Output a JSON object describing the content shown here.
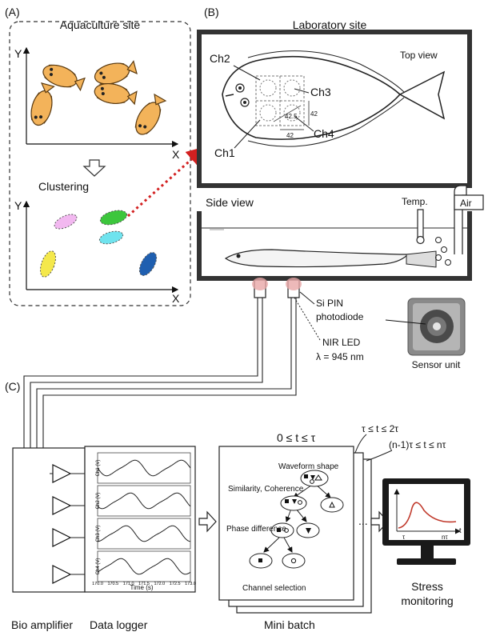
{
  "panels": {
    "a": {
      "tag": "(A)",
      "site_title": "Aquaculture site",
      "axis_y": "Y",
      "axis_x": "X",
      "clustering_label": "Clustering",
      "cluster_colors": [
        "#f2b8f0",
        "#3cc63c",
        "#6fe3ee",
        "#f4e84c",
        "#1f5fb0"
      ]
    },
    "b": {
      "tag": "(B)",
      "site_title": "Laboratory site",
      "top_view": "Top view",
      "side_view": "Side view",
      "channels": [
        "Ch1",
        "Ch2",
        "Ch3",
        "Ch4"
      ],
      "dims": [
        "42",
        "42",
        "42.5"
      ],
      "temp_label": "Temp.",
      "air_label": "Air",
      "photodiode_label_1": "Si PIN",
      "photodiode_label_2": "photodiode",
      "led_label": "NIR LED",
      "wavelength_label": "λ = 945 nm",
      "sensor_unit_label": "Sensor unit"
    },
    "c": {
      "tag": "(C)",
      "batch_range_1": "0 ≤ t ≤ τ",
      "batch_range_2": "τ ≤ t ≤ 2τ",
      "batch_range_3": "(n-1)τ ≤ t ≤ nτ",
      "logger_channels": [
        "Ch1 (V)",
        "Ch2 (V)",
        "Ch3 (V)",
        "Ch4 (V)"
      ],
      "logger_ticks": [
        "170.0",
        "170.5",
        "171.0",
        "171.5",
        "172.0",
        "172.5",
        "173.0"
      ],
      "logger_xlabel": "Time (s)",
      "tree_nodes": [
        "Waveform shape",
        "Similarity, Coherence",
        "Phase difference",
        "Channel selection"
      ],
      "bio_amplifier": "Bio amplifier",
      "data_logger": "Data logger",
      "mini_batch": "Mini batch",
      "stress_line1": "Stress",
      "stress_line2": "monitoring",
      "monitor_axis_x": "t",
      "monitor_tick_1": "τ",
      "monitor_tick_2": "nτ",
      "ellipsis": "..."
    }
  }
}
